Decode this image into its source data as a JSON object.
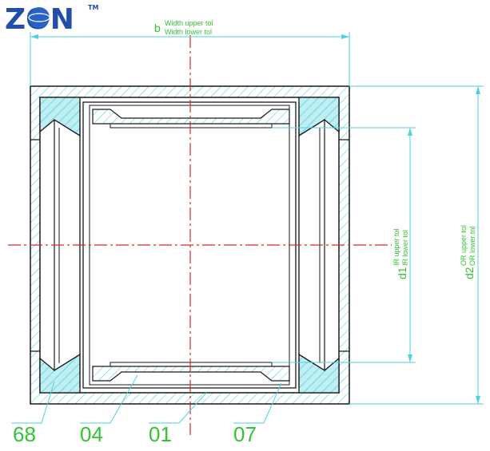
{
  "logo": {
    "text": "ZON",
    "trademark": "TM",
    "color": "#1f4fa8"
  },
  "dimensions": {
    "width": {
      "symbol": "b",
      "upper_tol": "Width upper tol",
      "lower_tol": "Width lower tol"
    },
    "inner": {
      "symbol": "d1",
      "upper_tol": "IR upper tol",
      "lower_tol": "IR lower tol"
    },
    "outer": {
      "symbol": "d2",
      "upper_tol": "OR upper tol",
      "lower_tol": "OR lower tol"
    }
  },
  "part_labels": [
    "68",
    "04",
    "01",
    "07"
  ],
  "colors": {
    "outline": "#1a1a1a",
    "hatch": "#3fc8d8",
    "dimension_line": "#4fd0e0",
    "centerline": "#d42a2a",
    "text": "#35c235"
  }
}
